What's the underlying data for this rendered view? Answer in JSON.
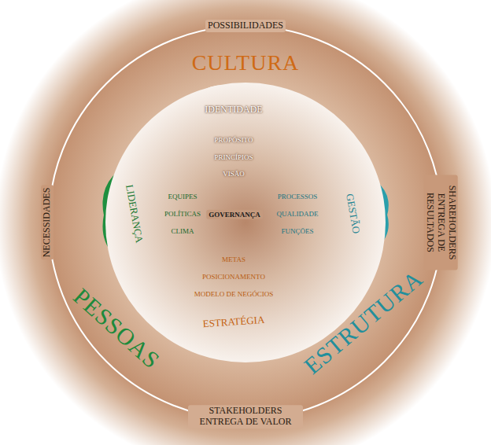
{
  "diagram": {
    "nodes": [
      {
        "text": [
          "CULTURA",
          "PESSOAS",
          "ESTRUTURA"
        ]
      },
      {
        "text": [
          "GOVERNANÇA"
        ],
        "in": 0
      },
      {
        "text": [
          "IDENTIDADE",
          "PROPÓSITO",
          "PRINCÍPIOS",
          "VISÃO"
        ],
        "in": 1
      },
      {
        "text": [
          "LIDERANÇA",
          "EQUIPES",
          "POLÍTICAS",
          "CLIMA"
        ],
        "in": 1
      },
      {
        "text": [
          "GESTÃO",
          "PROCESSOS",
          "QUALIDADE",
          "FUNÇÕES"
        ],
        "in": 1
      },
      {
        "text": [
          "ESTRATÉGIA",
          "METAS",
          "POSICIONAMENTO",
          "MODELO DE NEGÓCIOS"
        ],
        "in": 1
      }
    ],
    "labels": [
      "POSSIBILIDADES",
      "NECESSIDADES",
      "SHAREHOLDERS ENTREGA DE RESULTADOS",
      "STAKEHOLDERS ENTREGA DE VALOR"
    ]
  }
}
